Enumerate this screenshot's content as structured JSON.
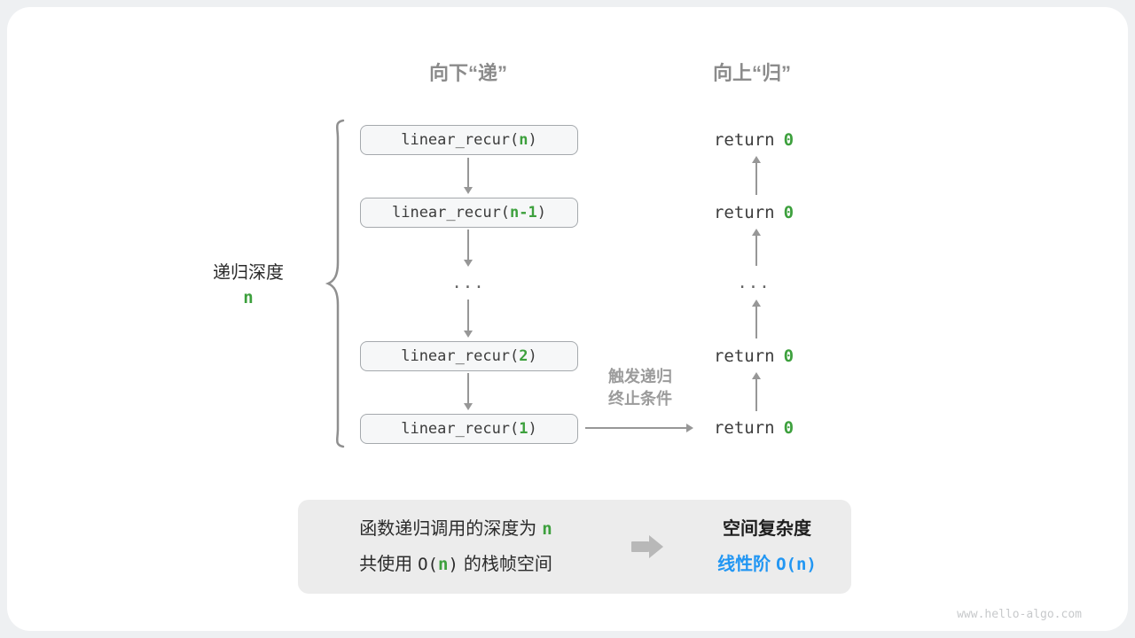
{
  "headers": {
    "down": "向下“递”",
    "up": "向上“归”"
  },
  "depth": {
    "label": "递归深度",
    "value": "n"
  },
  "calls": [
    {
      "pre": "linear_recur(",
      "arg": "n",
      "post": ")"
    },
    {
      "pre": "linear_recur(",
      "arg": "n-1",
      "post": ")"
    },
    {
      "pre": "linear_recur(",
      "arg": "2",
      "post": ")"
    },
    {
      "pre": "linear_recur(",
      "arg": "1",
      "post": ")"
    }
  ],
  "returns": [
    {
      "pre": "return",
      "val": "0"
    },
    {
      "pre": "return",
      "val": "0"
    },
    {
      "pre": "return",
      "val": "0"
    },
    {
      "pre": "return",
      "val": "0"
    }
  ],
  "ellipsis": "...",
  "trigger": {
    "line1": "触发递归",
    "line2": "终止条件"
  },
  "summary": {
    "line1_pre": "函数递归调用的深度为",
    "line1_val": "n",
    "line2_pre": "共使用",
    "line2_code_open": "O(",
    "line2_val": "n",
    "line2_code_close": ")",
    "line2_post": "的栈帧空间",
    "result_title": "空间复杂度",
    "result_pre": "线性阶",
    "result_code": "O(n)"
  },
  "watermark": "www.hello-algo.com",
  "colors": {
    "green": "#3da03d",
    "blue": "#2196f3",
    "heading_gray": "#8b8b8b",
    "arrow_gray": "#979797",
    "box_border": "#a5a9ad",
    "box_fill": "#f6f7f8"
  }
}
